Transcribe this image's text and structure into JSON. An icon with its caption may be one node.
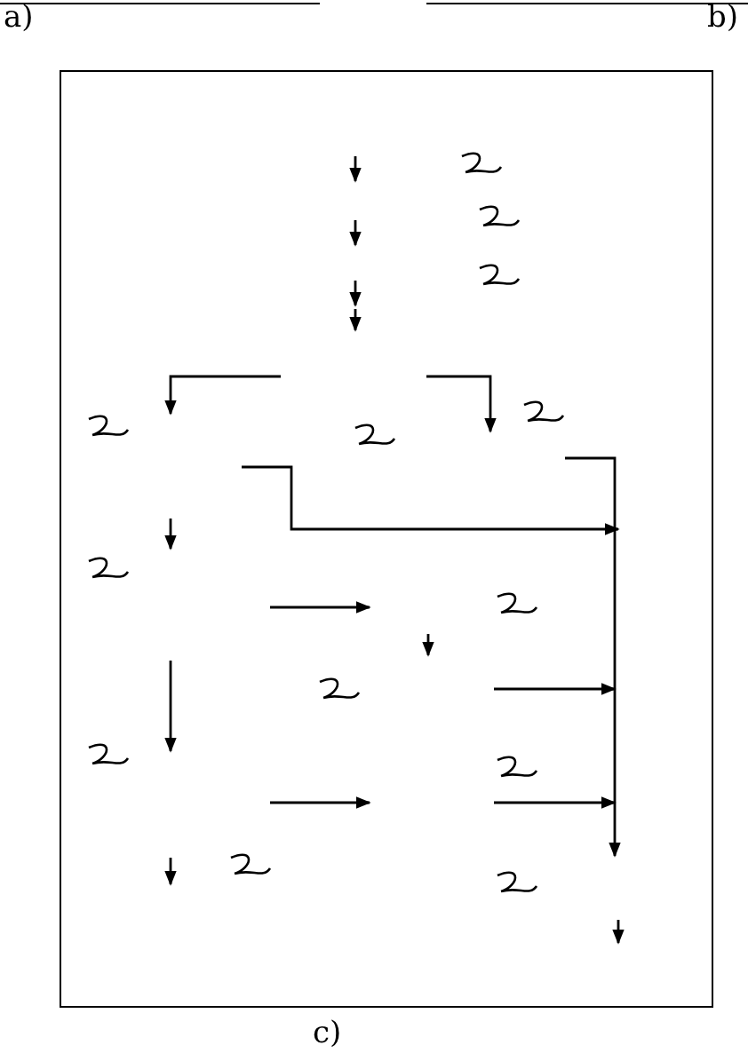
{
  "diagram": {
    "labels": [
      "a)",
      "b)",
      "c)"
    ]
  }
}
